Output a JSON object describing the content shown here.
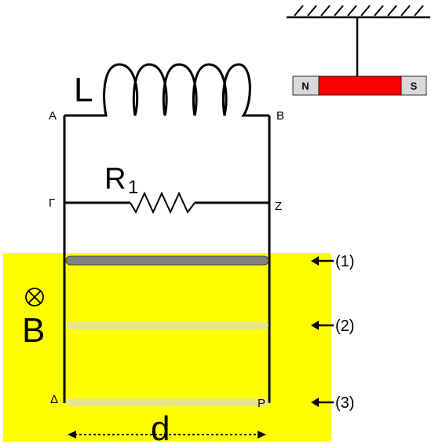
{
  "labels": {
    "inductor": "L",
    "resistor": "R",
    "resistor_sub": "1",
    "field": "B",
    "width": "d",
    "node_a": "A",
    "node_b": "B",
    "node_gamma": "Γ",
    "node_z": "Z",
    "node_delta": "Δ",
    "node_rho": "P",
    "pole_n": "N",
    "pole_s": "S"
  },
  "positions": [
    "(1)",
    "(2)",
    "(3)"
  ],
  "colors": {
    "field_region": "#ffff00",
    "magnet_body": "#ff0000",
    "magnet_pole": "#d9d9d9",
    "rod_active": "#808080",
    "rod_ghost": "#e6e68c",
    "wire": "#000000"
  }
}
